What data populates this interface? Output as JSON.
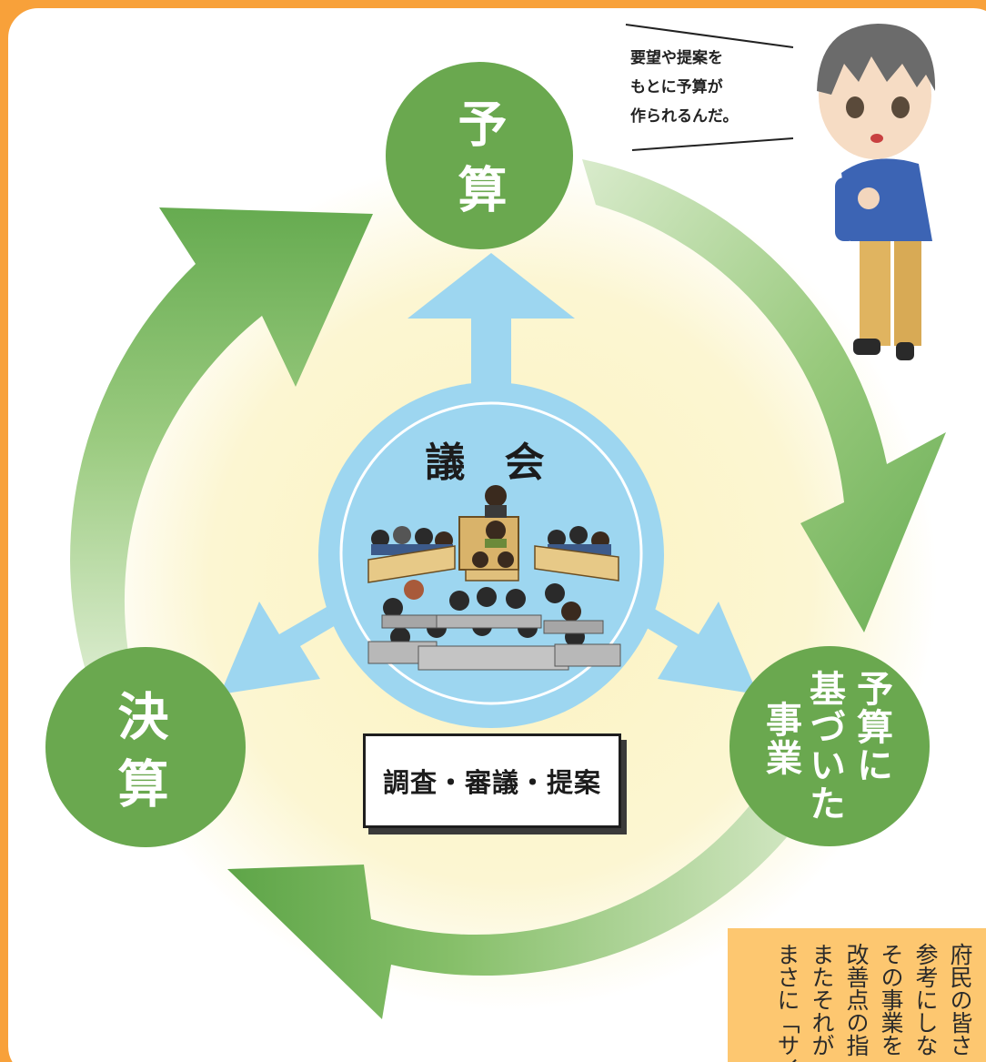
{
  "colors": {
    "frame_border": "#f8a13a",
    "background": "#ffffff",
    "glow": "#fbf4c6",
    "node_green": "#6aa84f",
    "cycle_arrow_green": "#6aae55",
    "council_blue": "#9dd6f0",
    "note_fill": "#fdc770"
  },
  "nodes": {
    "budget": {
      "label": "予算"
    },
    "settlement": {
      "label": "決算"
    },
    "project": {
      "lines": [
        "予算に",
        "基づいた",
        "事業"
      ]
    }
  },
  "council": {
    "label": "議 会",
    "illustration": "council-chamber-illustration"
  },
  "function_box": {
    "label": "調査・審議・提案"
  },
  "speech": {
    "lines": [
      "要望や提案を",
      "もとに予算が",
      "作られるんだ。"
    ]
  },
  "character": "boy-character-illustration",
  "note": {
    "lines": [
      "府民の皆さ",
      "参考にしな",
      "その事業を",
      "改善点の指",
      "またそれが",
      "まさに「サイ"
    ]
  }
}
